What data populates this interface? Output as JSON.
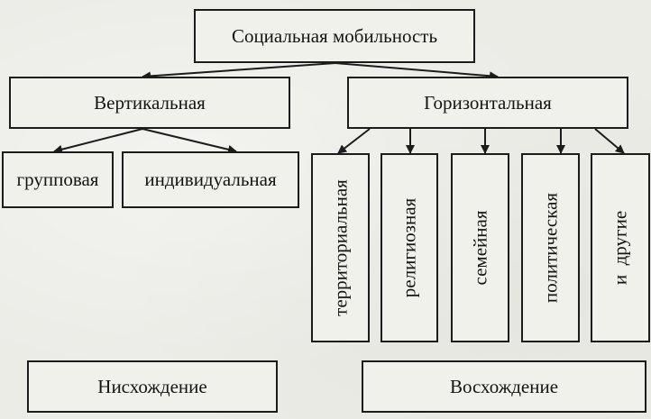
{
  "diagram": {
    "root": "Социальная мобильность",
    "vertical": {
      "label": "Вертикальная",
      "children": [
        "групповая",
        "индивидуальная"
      ]
    },
    "horizontal": {
      "label": "Горизонтальная",
      "children": [
        "территориальная",
        "религиозная",
        "семейная",
        "политическая",
        "и  другие"
      ]
    },
    "bottom": [
      "Нисхождение",
      "Восхождение"
    ]
  }
}
